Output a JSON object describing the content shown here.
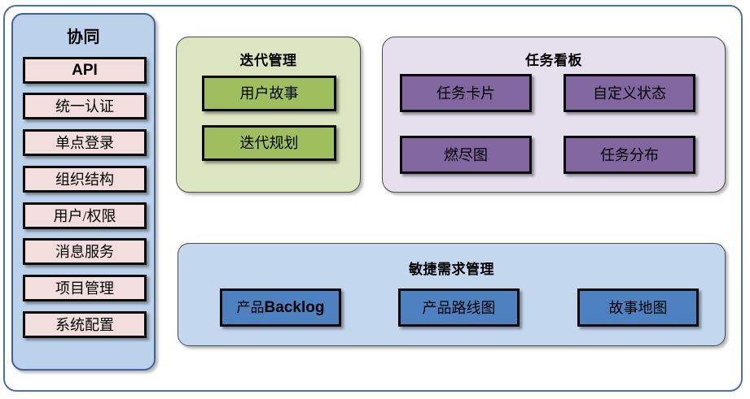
{
  "diagram": {
    "sidebar": {
      "title": "协同",
      "background": "#bcd2ea",
      "item_color": "#f2dfdd",
      "items": [
        {
          "label": "API"
        },
        {
          "label": "统一认证"
        },
        {
          "label": "单点登录"
        },
        {
          "label": "组织结构"
        },
        {
          "label": "用户/权限"
        },
        {
          "label": "消息服务"
        },
        {
          "label": "项目管理"
        },
        {
          "label": "系统配置"
        }
      ]
    },
    "iteration": {
      "title": "迭代管理",
      "background": "#dbe5c0",
      "item_color": "#9fbf5f",
      "items": [
        {
          "label": "用户故事"
        },
        {
          "label": "迭代规划"
        }
      ]
    },
    "taskboard": {
      "title": "任务看板",
      "background": "#e5dfee",
      "item_color": "#81669f",
      "items": [
        {
          "label": "任务卡片"
        },
        {
          "label": "自定义状态"
        },
        {
          "label": "燃尽图"
        },
        {
          "label": "任务分布"
        }
      ]
    },
    "agile": {
      "title": "敏捷需求管理",
      "background": "#c3d7ef",
      "item_color": "#4d81bf",
      "items": [
        {
          "label": "产品Backlog",
          "cjk": "产品",
          "latin": "Backlog"
        },
        {
          "label": "产品路线图"
        },
        {
          "label": "故事地图"
        }
      ]
    }
  }
}
